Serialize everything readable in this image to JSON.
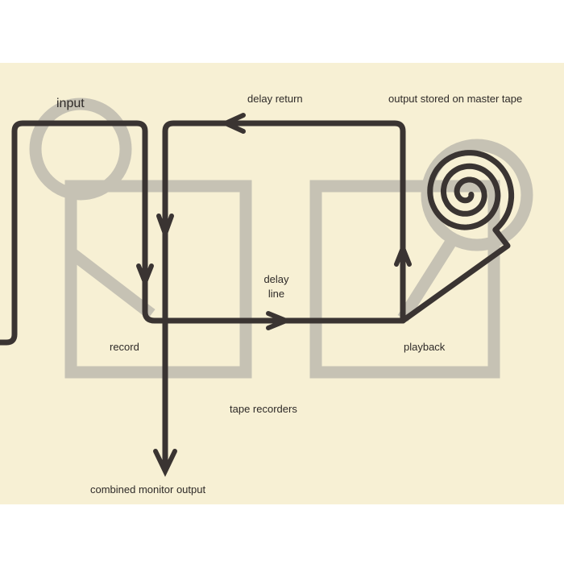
{
  "labels": {
    "input": "input",
    "delay_return": "delay return",
    "output_stored": "output stored on master tape",
    "delay_line_1": "delay",
    "delay_line_2": "line",
    "record": "record",
    "playback": "playback",
    "tape_recorders": "tape recorders",
    "combined_output": "combined monitor output"
  },
  "colors": {
    "paper": "#f7f0d4",
    "recorder_gray": "#c6c2b4",
    "signal_line": "#3a3432"
  }
}
